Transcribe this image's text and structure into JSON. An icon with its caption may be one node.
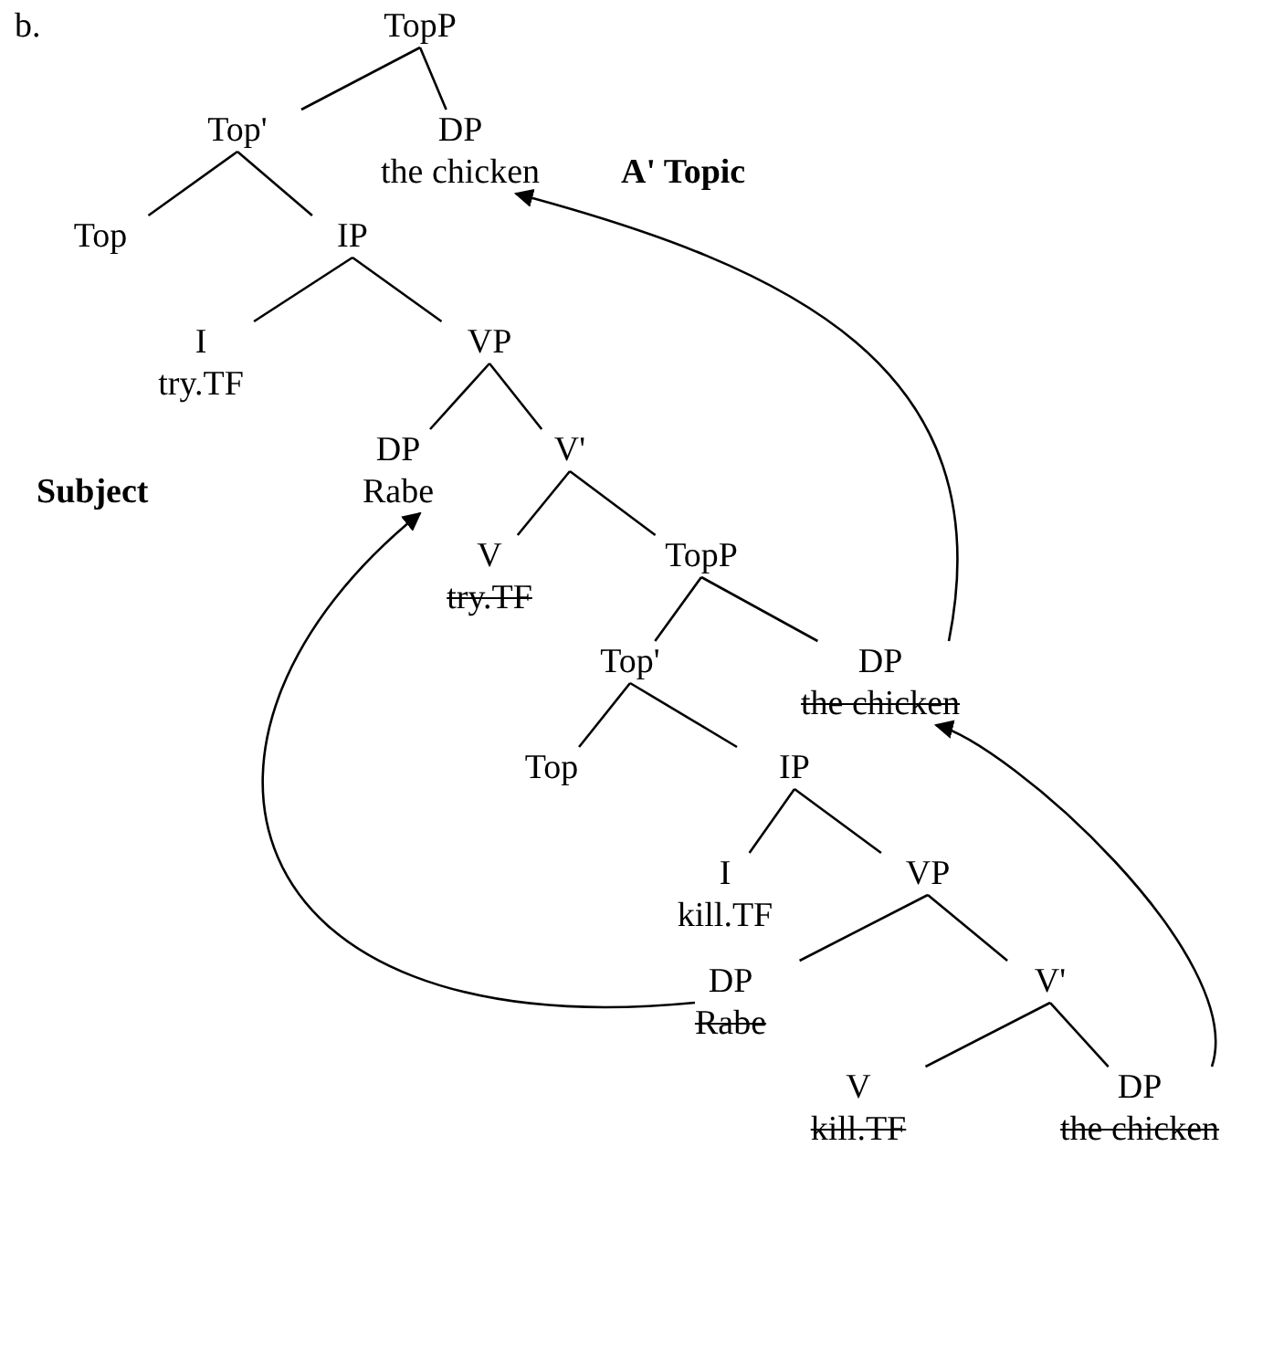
{
  "diagram": {
    "nodes": [
      {
        "text": [
          "TopP"
        ]
      },
      {
        "text": [
          "Top'"
        ]
      },
      {
        "text": [
          "DP",
          "the chicken"
        ]
      },
      {
        "text": [
          "Top"
        ]
      },
      {
        "text": [
          "IP"
        ]
      },
      {
        "text": [
          "I",
          "try.TF"
        ]
      },
      {
        "text": [
          "VP"
        ]
      },
      {
        "text": [
          "DP",
          "Rabe"
        ]
      },
      {
        "text": [
          "V'"
        ]
      },
      {
        "text": [
          "V",
          "try.TF"
        ]
      },
      {
        "text": [
          "TopP"
        ]
      },
      {
        "text": [
          "Top'"
        ]
      },
      {
        "text": [
          "DP",
          "the chicken"
        ]
      },
      {
        "text": [
          "Top"
        ]
      },
      {
        "text": [
          "IP"
        ]
      },
      {
        "text": [
          "I",
          "kill.TF"
        ]
      },
      {
        "text": [
          "VP"
        ]
      },
      {
        "text": [
          "DP",
          "Rabe"
        ]
      },
      {
        "text": [
          "V'"
        ]
      },
      {
        "text": [
          "V",
          "kill.TF"
        ]
      },
      {
        "text": [
          "DP",
          "the chicken"
        ]
      }
    ],
    "edges": [
      {
        "from": 0,
        "to": 1,
        "arrow": "none"
      },
      {
        "from": 0,
        "to": 2,
        "arrow": "none"
      },
      {
        "from": 1,
        "to": 3,
        "arrow": "none"
      },
      {
        "from": 1,
        "to": 4,
        "arrow": "none"
      },
      {
        "from": 4,
        "to": 5,
        "arrow": "none"
      },
      {
        "from": 4,
        "to": 6,
        "arrow": "none"
      },
      {
        "from": 6,
        "to": 7,
        "arrow": "none"
      },
      {
        "from": 6,
        "to": 8,
        "arrow": "none"
      },
      {
        "from": 8,
        "to": 9,
        "arrow": "none"
      },
      {
        "from": 8,
        "to": 10,
        "arrow": "none"
      },
      {
        "from": 10,
        "to": 11,
        "arrow": "none"
      },
      {
        "from": 10,
        "to": 12,
        "arrow": "none"
      },
      {
        "from": 11,
        "to": 13,
        "arrow": "none"
      },
      {
        "from": 11,
        "to": 14,
        "arrow": "none"
      },
      {
        "from": 14,
        "to": 15,
        "arrow": "none"
      },
      {
        "from": 14,
        "to": 16,
        "arrow": "none"
      },
      {
        "from": 16,
        "to": 17,
        "arrow": "none"
      },
      {
        "from": 16,
        "to": 18,
        "arrow": "none"
      },
      {
        "from": 18,
        "to": 19,
        "arrow": "none"
      },
      {
        "from": 18,
        "to": 20,
        "arrow": "none"
      },
      {
        "from": 12,
        "to": 2,
        "arrow": "to"
      },
      {
        "from": 17,
        "to": 7,
        "arrow": "to"
      },
      {
        "from": 20,
        "to": 12,
        "arrow": "to"
      }
    ],
    "labels": [
      "b.",
      "A' Topic",
      "Subject"
    ]
  }
}
